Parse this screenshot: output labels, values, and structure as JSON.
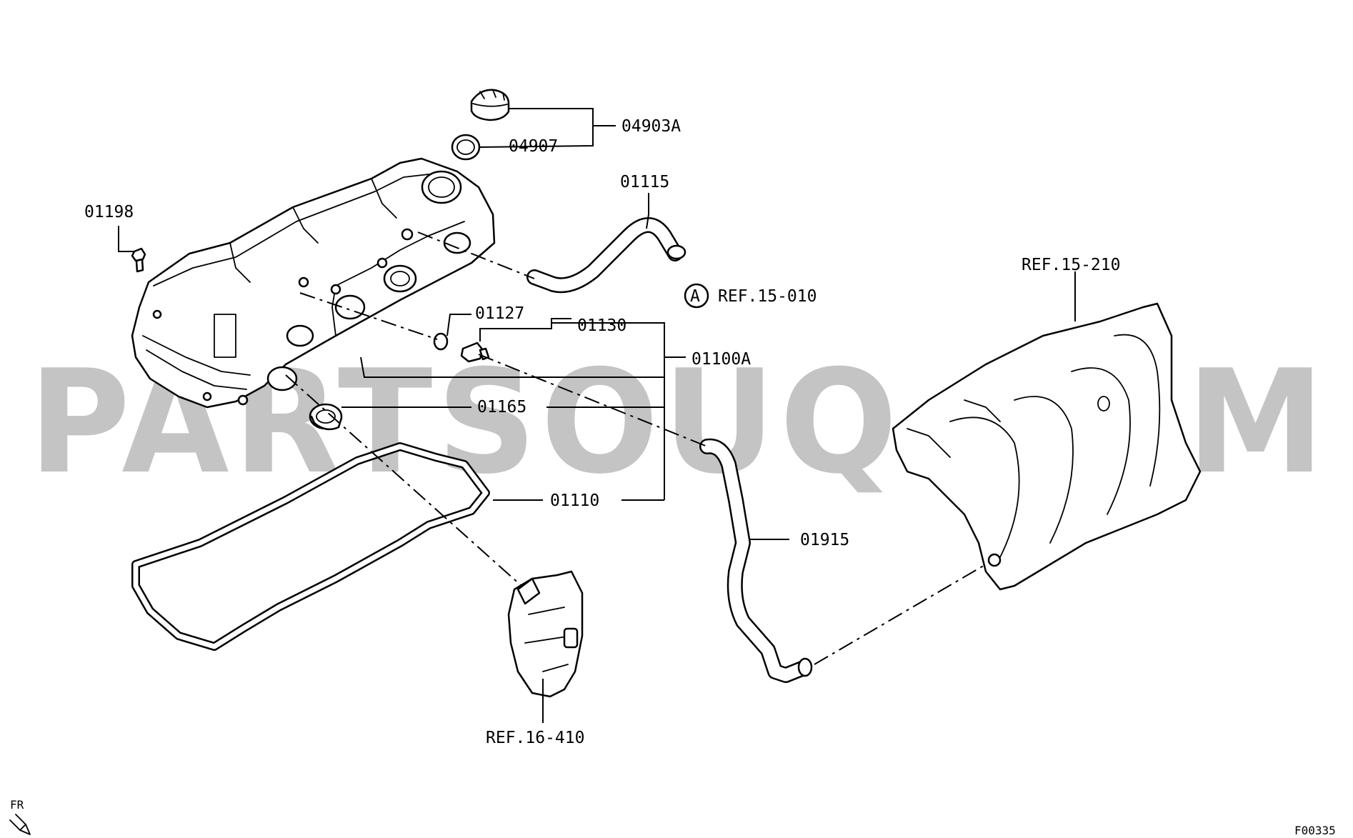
{
  "watermark": "PARTSOUQ.COM",
  "labels": {
    "p04903A": "04903A",
    "p04907": "04907",
    "p01115": "01115",
    "p01198": "01198",
    "ref15_010": "REF.15-010",
    "ref15_010_marker": "A",
    "p01127": "01127",
    "p01130": "01130",
    "p01100A": "01100A",
    "p01165": "01165",
    "p01110": "01110",
    "p01915": "01915",
    "ref15_210": "REF.15-210",
    "ref16_410": "REF.16-410",
    "front_indicator": "FR",
    "figure_code": "F00335"
  }
}
